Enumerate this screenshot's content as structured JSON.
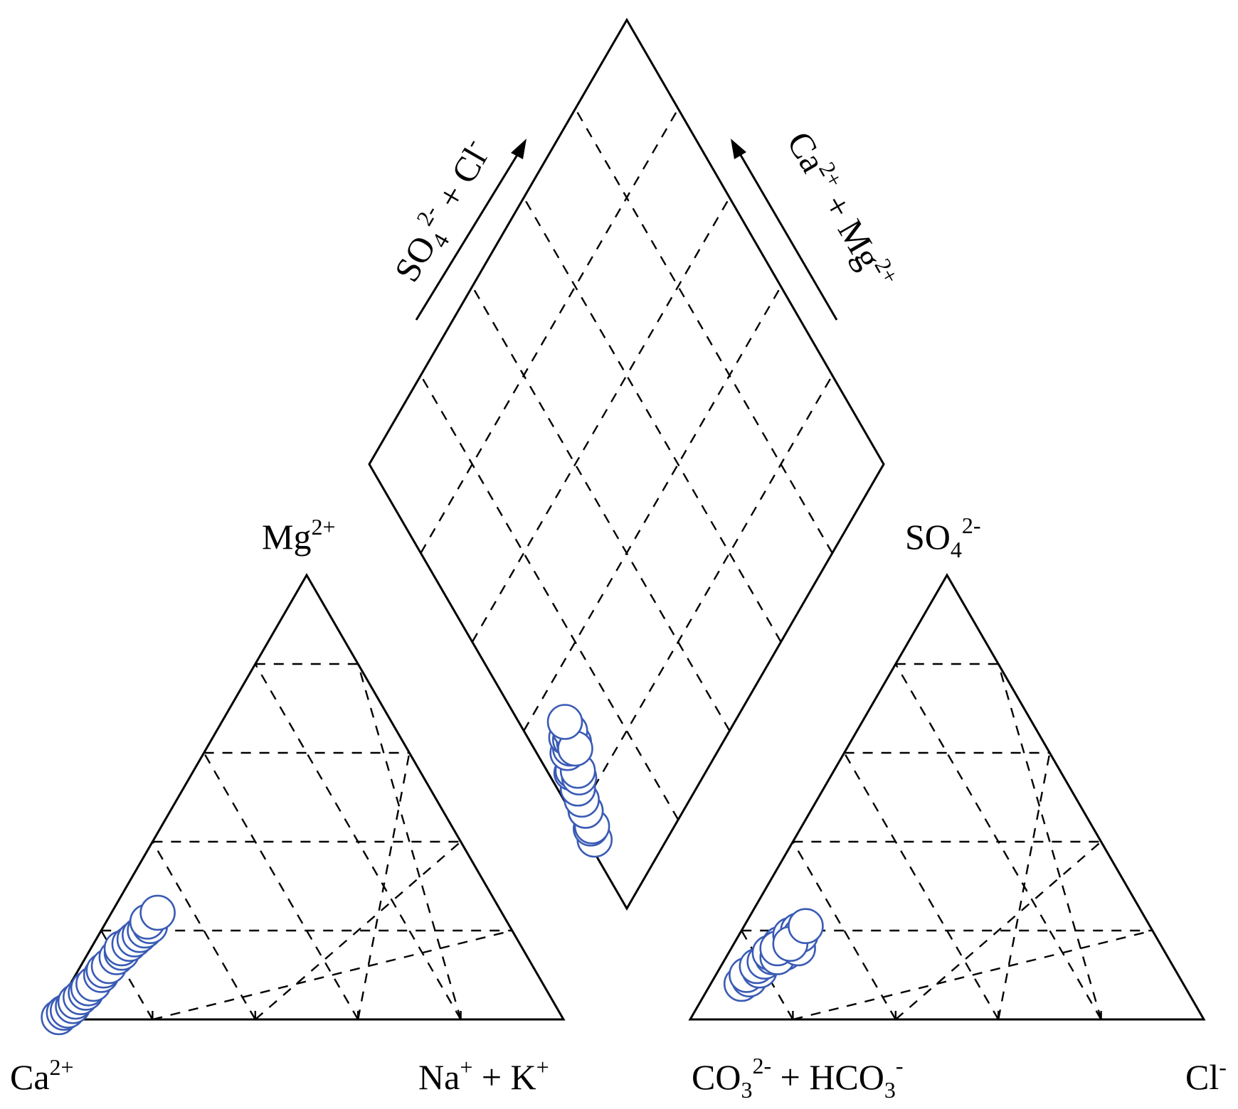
{
  "chart_data": {
    "type": "scatter",
    "diagram": "piper",
    "marker_color": "#3a5bb5",
    "axes": {
      "cation_top": {
        "base": "Mg",
        "sup": "2+"
      },
      "cation_left": {
        "base": "Ca",
        "sup": "2+"
      },
      "cation_right": {
        "base": "Na",
        "sup": "+",
        "mid": " + K",
        "sup2": "+"
      },
      "anion_top": {
        "base": "SO",
        "sub": "4",
        "sup": "2-"
      },
      "anion_left": {
        "base": "CO",
        "sub": "3",
        "sup": "2-",
        "mid": " + HCO",
        "sub2": "3",
        "sup2": "-"
      },
      "anion_right": {
        "base": "Cl",
        "sup": "-"
      },
      "diamond_left": {
        "base": "SO",
        "sub": "4",
        "sup": "2-",
        "mid": " + Cl",
        "sup2": "-"
      },
      "diamond_right": {
        "base": "Ca",
        "sup": "2+",
        "mid": " + Mg",
        "sup2": "2+"
      }
    },
    "samples": [
      {
        "mg": 0.5,
        "nak": 1.5,
        "so4": 8,
        "cl": 6
      },
      {
        "mg": 1.5,
        "nak": 2,
        "so4": 9,
        "cl": 7
      },
      {
        "mg": 2,
        "nak": 2.5,
        "so4": 10,
        "cl": 6
      },
      {
        "mg": 3,
        "nak": 3,
        "so4": 11,
        "cl": 8
      },
      {
        "mg": 4,
        "nak": 3,
        "so4": 12,
        "cl": 7
      },
      {
        "mg": 5,
        "nak": 3.5,
        "so4": 13,
        "cl": 8
      },
      {
        "mg": 6,
        "nak": 4,
        "so4": 14,
        "cl": 9
      },
      {
        "mg": 7,
        "nak": 4,
        "so4": 15,
        "cl": 8
      },
      {
        "mg": 8,
        "nak": 4.5,
        "so4": 16,
        "cl": 10
      },
      {
        "mg": 10,
        "nak": 5,
        "so4": 17,
        "cl": 9
      },
      {
        "mg": 11,
        "nak": 5,
        "so4": 15,
        "cl": 11
      },
      {
        "mg": 12,
        "nak": 5.5,
        "so4": 14,
        "cl": 10
      },
      {
        "mg": 14,
        "nak": 6,
        "so4": 16,
        "cl": 9
      },
      {
        "mg": 15,
        "nak": 6.5,
        "so4": 18,
        "cl": 11
      },
      {
        "mg": 16,
        "nak": 6,
        "so4": 17,
        "cl": 12
      },
      {
        "mg": 17,
        "nak": 7,
        "so4": 19,
        "cl": 10
      },
      {
        "mg": 18,
        "nak": 7.5,
        "so4": 20,
        "cl": 11
      },
      {
        "mg": 19,
        "nak": 8,
        "so4": 18,
        "cl": 12
      },
      {
        "mg": 20,
        "nak": 8.5,
        "so4": 16,
        "cl": 13
      },
      {
        "mg": 21,
        "nak": 9,
        "so4": 19,
        "cl": 12
      },
      {
        "mg": 22,
        "nak": 8,
        "so4": 17,
        "cl": 11
      },
      {
        "mg": 24,
        "nak": 9,
        "so4": 21,
        "cl": 12
      }
    ]
  }
}
